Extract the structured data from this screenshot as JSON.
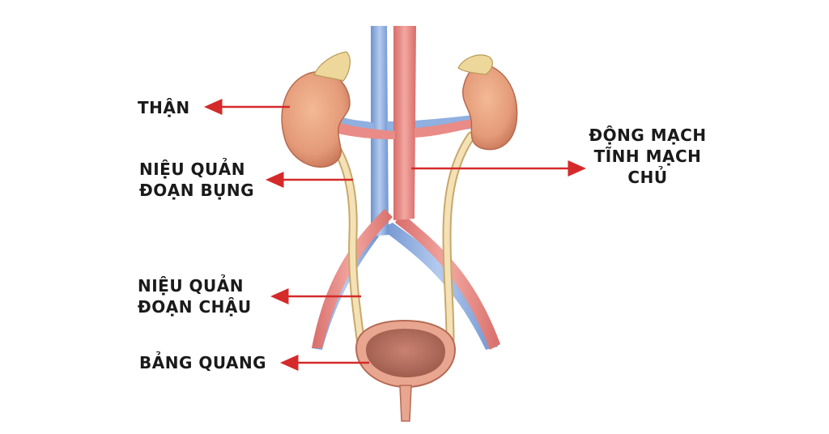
{
  "labels": {
    "kidney": "THẬN",
    "ureter_abdominal": [
      "NIỆU QUẢN",
      "ĐOẠN BỤNG"
    ],
    "ureter_pelvic": [
      "NIỆU QUẢN",
      "ĐOẠN CHẬU"
    ],
    "bladder": "BẢNG QUANG",
    "aorta_vena_cava": [
      "ĐỘNG MẠCH",
      "TĨNH MẠCH",
      "CHỦ"
    ]
  },
  "colors": {
    "arrow": "#d42a2a",
    "kidney": "#e8a07a",
    "artery": "#e98b86",
    "vein": "#8fb0e0",
    "ureter": "#f2deb0",
    "bladder": "#d9907a",
    "adrenal": "#eed79a"
  }
}
